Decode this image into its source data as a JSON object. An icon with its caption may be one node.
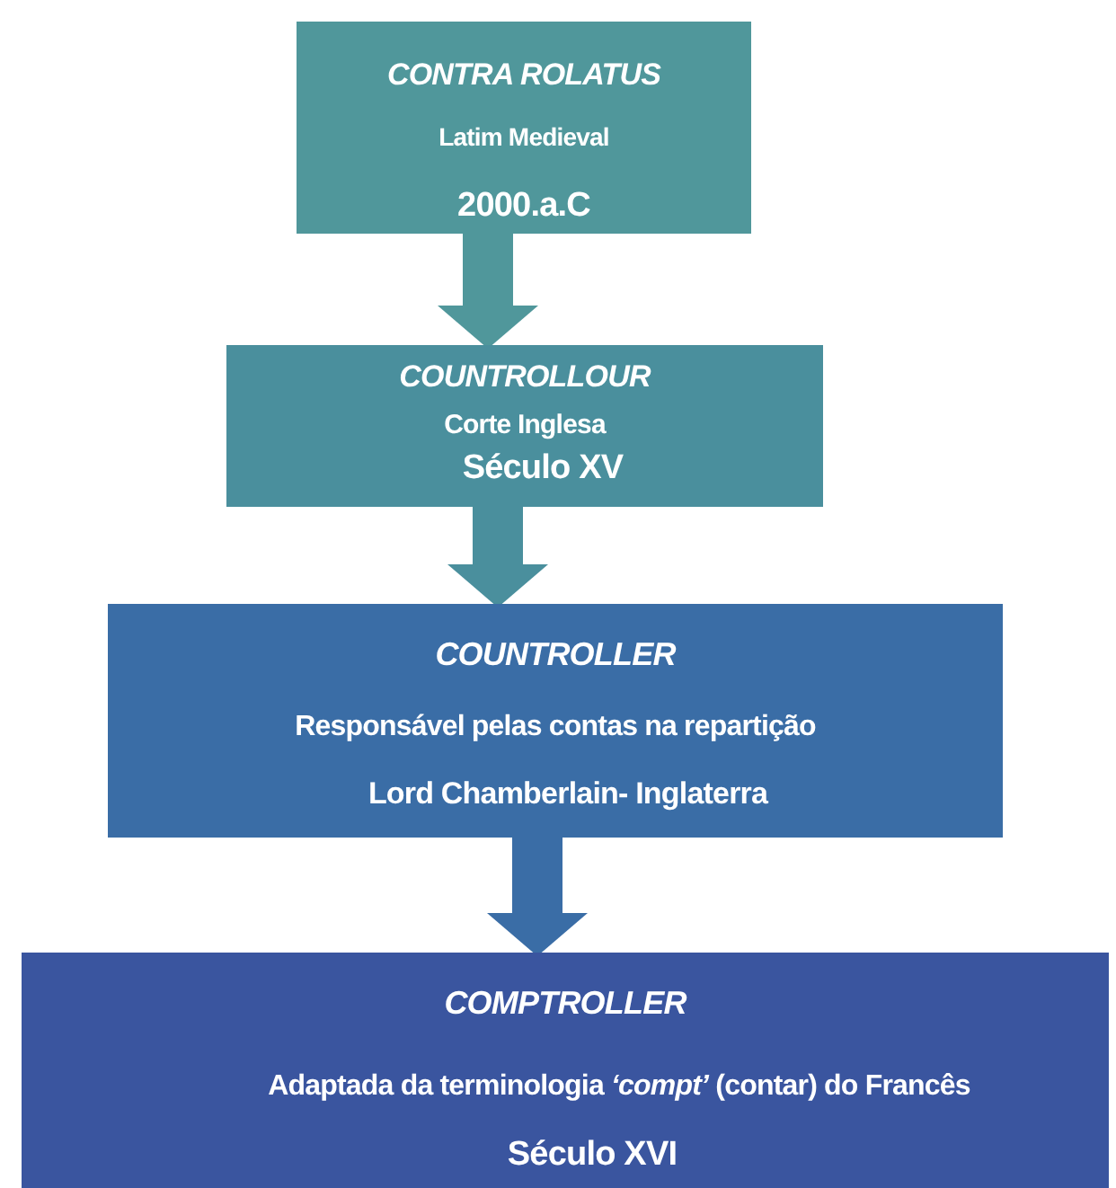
{
  "diagram": {
    "nodes": [
      {
        "text": [
          "CONTRA ROLATUS",
          "Latim Medieval",
          "2000.a.C"
        ]
      },
      {
        "text": [
          "COUNTROLLOUR",
          "Corte Inglesa",
          "Século XV"
        ]
      },
      {
        "text": [
          "COUNTROLLER",
          "Responsável pelas contas na repartição",
          "Lord Chamberlain- Inglaterra"
        ]
      },
      {
        "text": [
          "COMPTROLLER",
          "Adaptada da terminologia *‘compt’* (contar) do Francês",
          "Século XVI"
        ]
      }
    ],
    "edges": [
      {
        "from": 0,
        "to": 1,
        "arrow": "to"
      },
      {
        "from": 1,
        "to": 2,
        "arrow": "to"
      },
      {
        "from": 2,
        "to": 3,
        "arrow": "to"
      }
    ]
  }
}
